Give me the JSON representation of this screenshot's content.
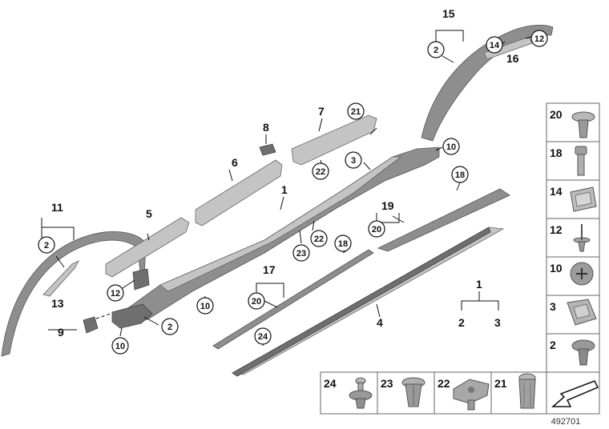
{
  "diagram": {
    "part_labels": {
      "p1": "1",
      "p3": "3",
      "p4": "4",
      "p5": "5",
      "p6": "6",
      "p7": "7",
      "p8": "8",
      "p9": "9",
      "p11": "11",
      "p13": "13",
      "p15": "15",
      "p16": "16",
      "p17": "17",
      "p19": "19",
      "p1b": "1",
      "p2b": "2",
      "p3b": "3"
    },
    "callouts": {
      "c2_left": "2",
      "c12_left": "12",
      "c2_mid": "2",
      "c10_left": "10",
      "c10_mid": "10",
      "c23": "23",
      "c22_mid": "22",
      "c3": "3",
      "c10_right": "10",
      "c21": "21",
      "c22_top": "22",
      "c18_mid": "18",
      "c18_right": "18",
      "c20_left": "20",
      "c20_right": "20",
      "c24": "24",
      "c2_right": "2",
      "c14": "14",
      "c12_right": "12"
    },
    "fastener_table": {
      "right_column": [
        "20",
        "18",
        "14",
        "12",
        "10",
        "3",
        "2"
      ],
      "bottom_row": [
        "24",
        "23",
        "22",
        "21"
      ]
    },
    "document_number": "492701"
  },
  "colors": {
    "part_fill": "#8e8e8e",
    "part_light": "#c4c4c4",
    "part_dark": "#6f6f6f",
    "line": "#111111"
  },
  "icons": [
    "arrow-icon"
  ]
}
